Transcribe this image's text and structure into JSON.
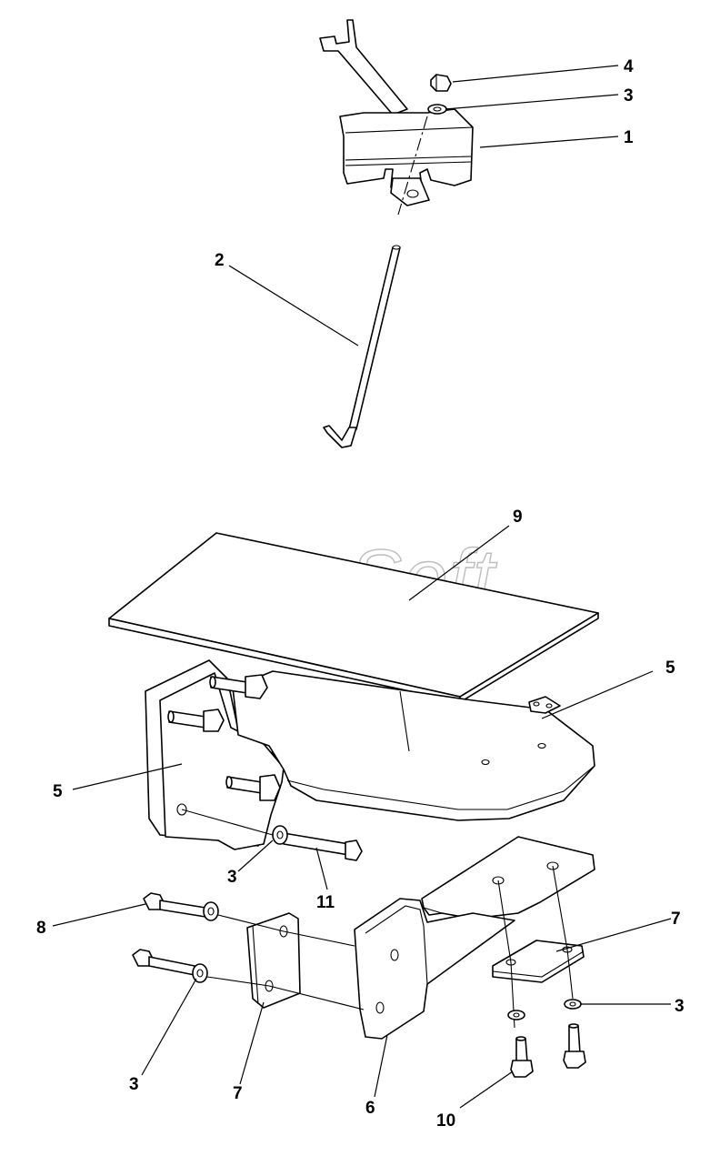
{
  "watermark": "AutoSoft",
  "callouts": [
    {
      "id": "c4-top",
      "text": "4"
    },
    {
      "id": "c3-top",
      "text": "3"
    },
    {
      "id": "c1",
      "text": "1"
    },
    {
      "id": "c2",
      "text": "2"
    },
    {
      "id": "c9",
      "text": "9"
    },
    {
      "id": "c5-right",
      "text": "5"
    },
    {
      "id": "c5-left",
      "text": "5"
    },
    {
      "id": "c3-mid",
      "text": "3"
    },
    {
      "id": "c11",
      "text": "11"
    },
    {
      "id": "c8",
      "text": "8"
    },
    {
      "id": "c7-right",
      "text": "7"
    },
    {
      "id": "c3-right",
      "text": "3"
    },
    {
      "id": "c3-left",
      "text": "3"
    },
    {
      "id": "c7-left",
      "text": "7"
    },
    {
      "id": "c6",
      "text": "6"
    },
    {
      "id": "c10",
      "text": "10"
    }
  ]
}
